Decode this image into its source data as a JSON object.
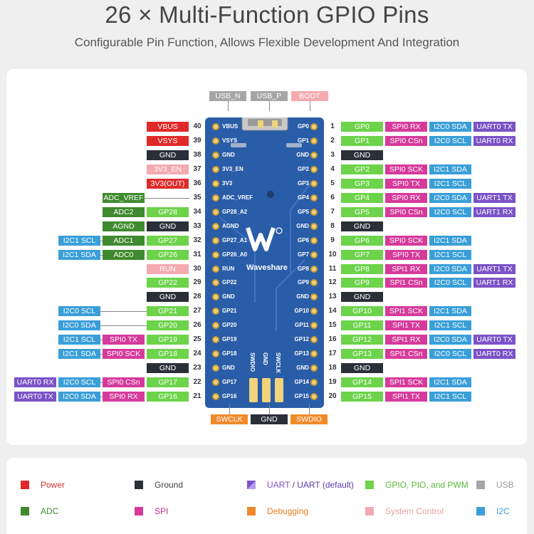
{
  "header": {
    "title": "26 × Multi-Function GPIO Pins",
    "subtitle": "Configurable Pin Function, Allows Flexible Development And Integration"
  },
  "colors": {
    "power": "#e02a2a",
    "ground": "#2b2f38",
    "uart": "#7b52c7",
    "gpio": "#6cd34a",
    "usb": "#a6a6a6",
    "adc": "#3f8a2e",
    "spi": "#d63a9b",
    "debug": "#f08a2a",
    "sysctrl": "#f3aab0",
    "i2c": "#3a9fd8"
  },
  "board": {
    "brand": "Waveshare",
    "bottom_pins": [
      "SWDIO",
      "GND",
      "SWCLK"
    ]
  },
  "top_labels": [
    {
      "text": "USB_N",
      "color": "usb"
    },
    {
      "text": "USB_P",
      "color": "usb"
    },
    {
      "text": "BOOT",
      "color": "sysctrl"
    }
  ],
  "bottom_labels": [
    {
      "text": "SWCLK",
      "color": "debug"
    },
    {
      "text": "GND",
      "color": "ground"
    },
    {
      "text": "SWDIO",
      "color": "debug"
    }
  ],
  "left_pins": [
    {
      "num": "40",
      "name": "VBUS",
      "labels": [
        {
          "text": "VBUS",
          "color": "power",
          "col": 0
        }
      ]
    },
    {
      "num": "39",
      "name": "VSYS",
      "labels": [
        {
          "text": "VSYS",
          "color": "power",
          "col": 0
        }
      ]
    },
    {
      "num": "38",
      "name": "GND",
      "labels": [
        {
          "text": "GND",
          "color": "ground",
          "col": 0
        }
      ]
    },
    {
      "num": "37",
      "name": "3V3_EN",
      "labels": [
        {
          "text": "3V3_EN",
          "color": "sysctrl",
          "col": 0
        }
      ]
    },
    {
      "num": "36",
      "name": "3V3",
      "labels": [
        {
          "text": "3V3(OUT)",
          "color": "power",
          "col": 0
        }
      ]
    },
    {
      "num": "35",
      "name": "ADC_VREF",
      "labels": [
        {
          "text": "ADC_VREF",
          "color": "adc",
          "col": 1
        }
      ]
    },
    {
      "num": "34",
      "name": "GP28_A2",
      "labels": [
        {
          "text": "GP28",
          "color": "gpio",
          "col": 0
        },
        {
          "text": "ADC2",
          "color": "adc",
          "col": 1
        }
      ]
    },
    {
      "num": "33",
      "name": "AGND",
      "labels": [
        {
          "text": "GND",
          "color": "ground",
          "col": 0
        },
        {
          "text": "AGND",
          "color": "adc",
          "col": 1
        }
      ]
    },
    {
      "num": "32",
      "name": "GP27_A1",
      "labels": [
        {
          "text": "GP27",
          "color": "gpio",
          "col": 0
        },
        {
          "text": "ADC1",
          "color": "adc",
          "col": 1
        },
        {
          "text": "I2C1 SCL",
          "color": "i2c",
          "col": 3
        }
      ]
    },
    {
      "num": "31",
      "name": "GP26_A0",
      "labels": [
        {
          "text": "GP26",
          "color": "gpio",
          "col": 0
        },
        {
          "text": "ADC0",
          "color": "adc",
          "col": 1
        },
        {
          "text": "I2C1 SDA",
          "color": "i2c",
          "col": 3
        }
      ]
    },
    {
      "num": "30",
      "name": "RUN",
      "labels": [
        {
          "text": "RUN",
          "color": "sysctrl",
          "col": 0
        }
      ]
    },
    {
      "num": "29",
      "name": "GP22",
      "labels": [
        {
          "text": "GP22",
          "color": "gpio",
          "col": 0
        }
      ]
    },
    {
      "num": "28",
      "name": "GND",
      "labels": [
        {
          "text": "GND",
          "color": "ground",
          "col": 0
        }
      ]
    },
    {
      "num": "27",
      "name": "GP21",
      "labels": [
        {
          "text": "GP21",
          "color": "gpio",
          "col": 0
        },
        {
          "text": "I2C0 SCL",
          "color": "i2c",
          "col": 3
        }
      ]
    },
    {
      "num": "26",
      "name": "GP20",
      "labels": [
        {
          "text": "GP20",
          "color": "gpio",
          "col": 0
        },
        {
          "text": "I2C0 SDA",
          "color": "i2c",
          "col": 3
        }
      ]
    },
    {
      "num": "25",
      "name": "GP19",
      "labels": [
        {
          "text": "GP19",
          "color": "gpio",
          "col": 0
        },
        {
          "text": "SPI0 TX",
          "color": "spi",
          "col": 1
        },
        {
          "text": "I2C1 SCL",
          "color": "i2c",
          "col": 3
        }
      ]
    },
    {
      "num": "24",
      "name": "GP18",
      "labels": [
        {
          "text": "GP18",
          "color": "gpio",
          "col": 0
        },
        {
          "text": "SPI0 SCK",
          "color": "spi",
          "col": 1
        },
        {
          "text": "I2C1 SDA",
          "color": "i2c",
          "col": 3
        }
      ]
    },
    {
      "num": "23",
      "name": "GND",
      "labels": [
        {
          "text": "GND",
          "color": "ground",
          "col": 0
        }
      ]
    },
    {
      "num": "22",
      "name": "GP17",
      "labels": [
        {
          "text": "GP17",
          "color": "gpio",
          "col": 0
        },
        {
          "text": "SPI0 CSn",
          "color": "spi",
          "col": 1
        },
        {
          "text": "I2C0 SCL",
          "color": "i2c",
          "col": 3
        },
        {
          "text": "UART0 RX",
          "color": "uart",
          "col": 4
        }
      ]
    },
    {
      "num": "21",
      "name": "GP16",
      "labels": [
        {
          "text": "GP16",
          "color": "gpio",
          "col": 0
        },
        {
          "text": "SPI0 RX",
          "color": "spi",
          "col": 1
        },
        {
          "text": "I2C0 SDA",
          "color": "i2c",
          "col": 3
        },
        {
          "text": "UART0 TX",
          "color": "uart",
          "col": 4
        }
      ]
    }
  ],
  "right_pins": [
    {
      "num": "1",
      "name": "GP0",
      "labels": [
        {
          "text": "GP0",
          "color": "gpio",
          "col": 0
        },
        {
          "text": "SPI0 RX",
          "color": "spi",
          "col": 1
        },
        {
          "text": "I2C0 SDA",
          "color": "i2c",
          "col": 2
        },
        {
          "text": "UART0 TX",
          "color": "uart",
          "col": 3
        }
      ]
    },
    {
      "num": "2",
      "name": "GP1",
      "labels": [
        {
          "text": "GP1",
          "color": "gpio",
          "col": 0
        },
        {
          "text": "SPI0 CSn",
          "color": "spi",
          "col": 1
        },
        {
          "text": "I2C0 SCL",
          "color": "i2c",
          "col": 2
        },
        {
          "text": "UART0 RX",
          "color": "uart",
          "col": 3
        }
      ]
    },
    {
      "num": "3",
      "name": "GND",
      "labels": [
        {
          "text": "GND",
          "color": "ground",
          "col": 0
        }
      ]
    },
    {
      "num": "4",
      "name": "GP2",
      "labels": [
        {
          "text": "GP2",
          "color": "gpio",
          "col": 0
        },
        {
          "text": "SPI0 SCK",
          "color": "spi",
          "col": 1
        },
        {
          "text": "I2C1 SDA",
          "color": "i2c",
          "col": 2
        }
      ]
    },
    {
      "num": "5",
      "name": "GP3",
      "labels": [
        {
          "text": "GP3",
          "color": "gpio",
          "col": 0
        },
        {
          "text": "SPI0 TX",
          "color": "spi",
          "col": 1
        },
        {
          "text": "I2C1 SCL",
          "color": "i2c",
          "col": 2
        }
      ]
    },
    {
      "num": "6",
      "name": "GP4",
      "labels": [
        {
          "text": "GP4",
          "color": "gpio",
          "col": 0
        },
        {
          "text": "SPI0 RX",
          "color": "spi",
          "col": 1
        },
        {
          "text": "I2C0 SDA",
          "color": "i2c",
          "col": 2
        },
        {
          "text": "UART1 TX",
          "color": "uart",
          "col": 3
        }
      ]
    },
    {
      "num": "7",
      "name": "GP5",
      "labels": [
        {
          "text": "GP5",
          "color": "gpio",
          "col": 0
        },
        {
          "text": "SPI0 CSn",
          "color": "spi",
          "col": 1
        },
        {
          "text": "I2C0 SCL",
          "color": "i2c",
          "col": 2
        },
        {
          "text": "UART1 RX",
          "color": "uart",
          "col": 3
        }
      ]
    },
    {
      "num": "8",
      "name": "GND",
      "labels": [
        {
          "text": "GND",
          "color": "ground",
          "col": 0
        }
      ]
    },
    {
      "num": "9",
      "name": "GP6",
      "labels": [
        {
          "text": "GP6",
          "color": "gpio",
          "col": 0
        },
        {
          "text": "SPI0 SCK",
          "color": "spi",
          "col": 1
        },
        {
          "text": "I2C1 SDA",
          "color": "i2c",
          "col": 2
        }
      ]
    },
    {
      "num": "10",
      "name": "GP7",
      "labels": [
        {
          "text": "GP7",
          "color": "gpio",
          "col": 0
        },
        {
          "text": "SPI0 TX",
          "color": "spi",
          "col": 1
        },
        {
          "text": "I2C1 SCL",
          "color": "i2c",
          "col": 2
        }
      ]
    },
    {
      "num": "11",
      "name": "GP8",
      "labels": [
        {
          "text": "GP8",
          "color": "gpio",
          "col": 0
        },
        {
          "text": "SPI1 RX",
          "color": "spi",
          "col": 1
        },
        {
          "text": "I2C0 SDA",
          "color": "i2c",
          "col": 2
        },
        {
          "text": "UART1 TX",
          "color": "uart",
          "col": 3
        }
      ]
    },
    {
      "num": "12",
      "name": "GP9",
      "labels": [
        {
          "text": "GP9",
          "color": "gpio",
          "col": 0
        },
        {
          "text": "SPI1 CSn",
          "color": "spi",
          "col": 1
        },
        {
          "text": "I2C0 SCL",
          "color": "i2c",
          "col": 2
        },
        {
          "text": "UART1 RX",
          "color": "uart",
          "col": 3
        }
      ]
    },
    {
      "num": "13",
      "name": "GND",
      "labels": [
        {
          "text": "GND",
          "color": "ground",
          "col": 0
        }
      ]
    },
    {
      "num": "14",
      "name": "GP10",
      "labels": [
        {
          "text": "GP10",
          "color": "gpio",
          "col": 0
        },
        {
          "text": "SPI1 SCK",
          "color": "spi",
          "col": 1
        },
        {
          "text": "I2C1 SDA",
          "color": "i2c",
          "col": 2
        }
      ]
    },
    {
      "num": "15",
      "name": "GP11",
      "labels": [
        {
          "text": "GP11",
          "color": "gpio",
          "col": 0
        },
        {
          "text": "SPI1 TX",
          "color": "spi",
          "col": 1
        },
        {
          "text": "I2C1 SCL",
          "color": "i2c",
          "col": 2
        }
      ]
    },
    {
      "num": "16",
      "name": "GP12",
      "labels": [
        {
          "text": "GP12",
          "color": "gpio",
          "col": 0
        },
        {
          "text": "SPI1 RX",
          "color": "spi",
          "col": 1
        },
        {
          "text": "I2C0 SDA",
          "color": "i2c",
          "col": 2
        },
        {
          "text": "UART0 TX",
          "color": "uart",
          "col": 3
        }
      ]
    },
    {
      "num": "17",
      "name": "GP13",
      "labels": [
        {
          "text": "GP13",
          "color": "gpio",
          "col": 0
        },
        {
          "text": "SPI1 CSn",
          "color": "spi",
          "col": 1
        },
        {
          "text": "I2C0 SCL",
          "color": "i2c",
          "col": 2
        },
        {
          "text": "UART0 RX",
          "color": "uart",
          "col": 3
        }
      ]
    },
    {
      "num": "18",
      "name": "GND",
      "labels": [
        {
          "text": "GND",
          "color": "ground",
          "col": 0
        }
      ]
    },
    {
      "num": "19",
      "name": "GP14",
      "labels": [
        {
          "text": "GP14",
          "color": "gpio",
          "col": 0
        },
        {
          "text": "SPI1 SCK",
          "color": "spi",
          "col": 1
        },
        {
          "text": "I2C1 SDA",
          "color": "i2c",
          "col": 2
        }
      ]
    },
    {
      "num": "20",
      "name": "GP15",
      "labels": [
        {
          "text": "GP15",
          "color": "gpio",
          "col": 0
        },
        {
          "text": "SPI1 TX",
          "color": "spi",
          "col": 1
        },
        {
          "text": "I2C1 SCL",
          "color": "i2c",
          "col": 2
        }
      ]
    }
  ],
  "legend": [
    {
      "key": "power",
      "text": "Power"
    },
    {
      "key": "ground",
      "text": "Ground"
    },
    {
      "key": "uart",
      "text": "UART",
      "text2": " / ",
      "text3": "UART (default)"
    },
    {
      "key": "gpio",
      "text": "GPIO, PIO, and PWM"
    },
    {
      "key": "usb",
      "text": "USB"
    },
    {
      "key": "adc",
      "text": "ADC"
    },
    {
      "key": "spi",
      "text": "SPI"
    },
    {
      "key": "debug",
      "text": "Debugging"
    },
    {
      "key": "sysctrl",
      "text": "System Control"
    },
    {
      "key": "i2c",
      "text": "I2C"
    }
  ]
}
